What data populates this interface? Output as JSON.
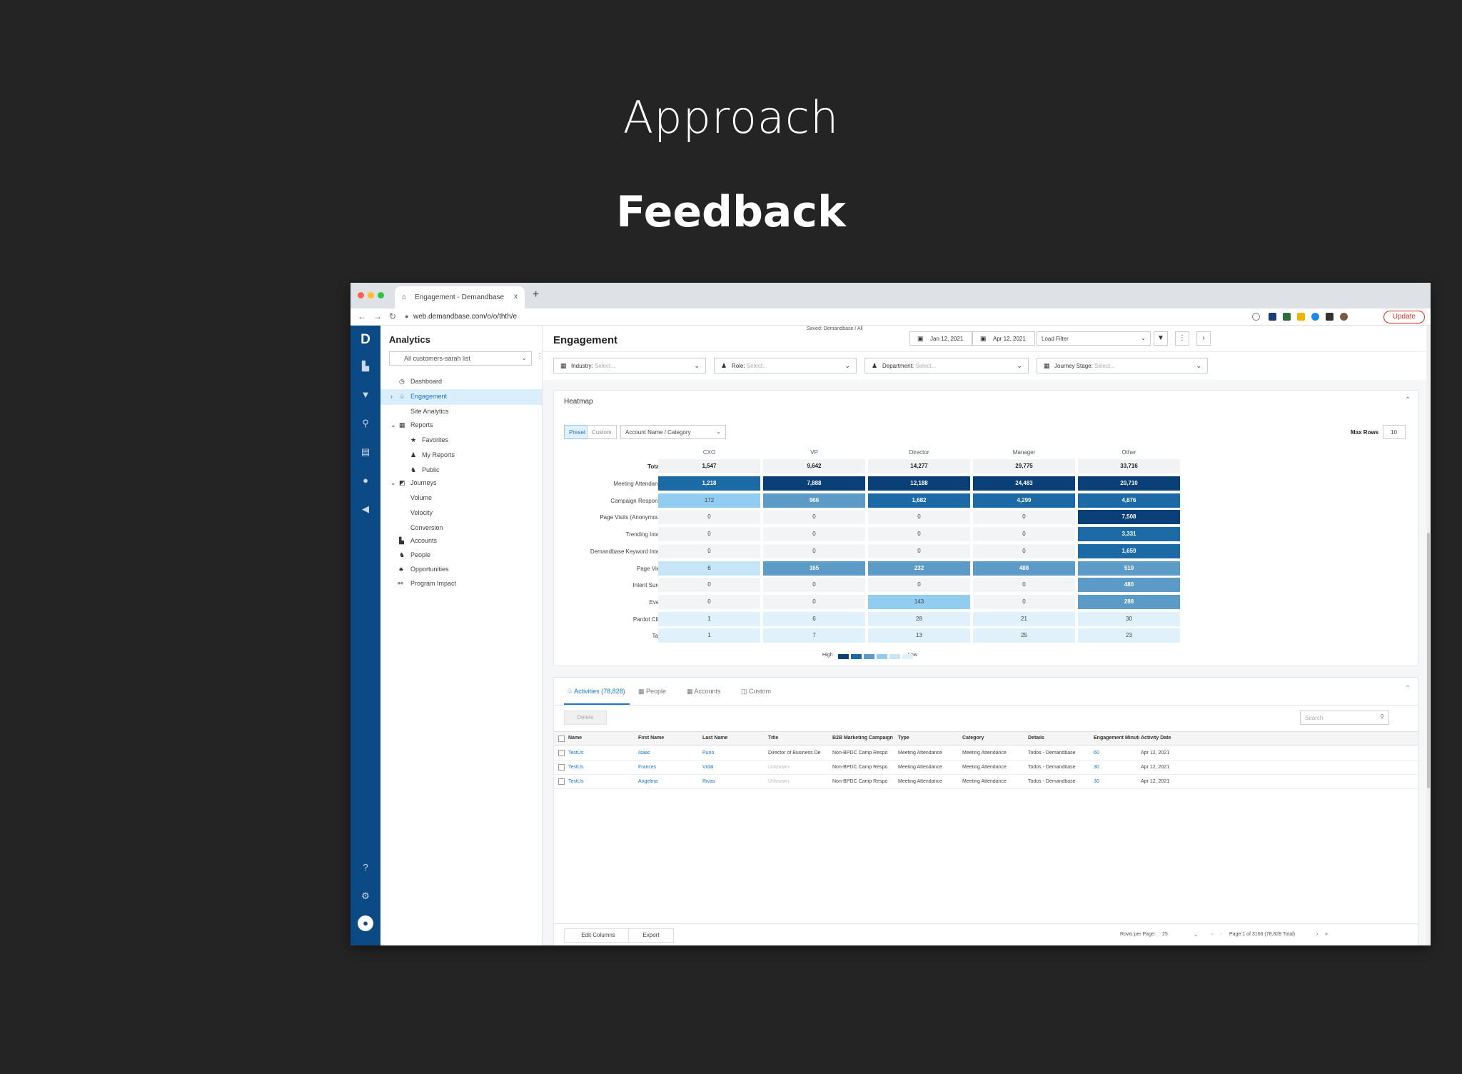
{
  "slide": {
    "title": "Approach",
    "subtitle": "Feedback"
  },
  "browser": {
    "tab_title": "Engagement - Demandbase",
    "tab_close": "x",
    "new_tab": "+",
    "url": "web.demandbase.com/o/o/thth/e",
    "update_label": "Update",
    "traffic_colors": [
      "#ff5f57",
      "#febc2e",
      "#28c840"
    ]
  },
  "leftbar": {
    "logo": "D",
    "bg_color": "#0b4a85"
  },
  "sidebar": {
    "title": "Analytics",
    "list_select": "All customers-sarah list",
    "items": [
      {
        "label": "Dashboard",
        "icon": "dashboard-icon"
      },
      {
        "label": "Engagement",
        "icon": "engagement-icon"
      },
      {
        "label": "Site Analytics",
        "icon": ""
      },
      {
        "label": "Reports",
        "icon": "reports-icon"
      },
      {
        "label": "Favorites",
        "icon": "star-icon"
      },
      {
        "label": "My Reports",
        "icon": "person-icon"
      },
      {
        "label": "Public",
        "icon": "group-icon"
      },
      {
        "label": "Journeys",
        "icon": "journeys-icon"
      },
      {
        "label": "Volume",
        "icon": ""
      },
      {
        "label": "Velocity",
        "icon": ""
      },
      {
        "label": "Conversion",
        "icon": ""
      },
      {
        "label": "Accounts",
        "icon": "accounts-icon"
      },
      {
        "label": "People",
        "icon": "people-icon"
      },
      {
        "label": "Opportunities",
        "icon": "opportunities-icon"
      },
      {
        "label": "Program Impact",
        "icon": "impact-icon"
      }
    ]
  },
  "header": {
    "title": "Engagement",
    "saved_note": "Saved: Demandbase / All",
    "date_start": "Jan 12, 2021",
    "date_end": "Apr 12, 2021",
    "load_filter": "Load Filter"
  },
  "filters": [
    {
      "label": "Industry",
      "placeholder": "Select..."
    },
    {
      "label": "Role",
      "placeholder": "Select..."
    },
    {
      "label": "Department",
      "placeholder": "Select..."
    },
    {
      "label": "Journey Stage",
      "placeholder": "Select..."
    }
  ],
  "heatmap": {
    "title": "Heatmap",
    "preset_label": "Preset",
    "custom_label": "Custom",
    "dimension": "Account Name / Category",
    "max_rows_label": "Max Rows",
    "max_rows_value": "10",
    "columns": [
      "CXO",
      "VP",
      "Director",
      "Manager",
      "Other"
    ],
    "totals_label": "Totals",
    "totals": [
      "1,547",
      "9,642",
      "14,277",
      "29,775",
      "33,716"
    ],
    "rows": [
      {
        "label": "Meeting Attendance",
        "values": [
          "1,218",
          "7,888",
          "12,188",
          "24,483",
          "20,710"
        ],
        "levels": [
          2,
          1,
          1,
          1,
          1
        ]
      },
      {
        "label": "Campaign Response",
        "values": [
          "172",
          "966",
          "1,682",
          "4,299",
          "4,876"
        ],
        "levels": [
          4,
          3,
          2,
          2,
          2
        ]
      },
      {
        "label": "Page Visits (Anonymous)",
        "values": [
          "0",
          "0",
          "0",
          "0",
          "7,508"
        ],
        "levels": [
          0,
          0,
          0,
          0,
          1
        ]
      },
      {
        "label": "Trending Intent",
        "values": [
          "0",
          "0",
          "0",
          "0",
          "3,331"
        ],
        "levels": [
          0,
          0,
          0,
          0,
          2
        ]
      },
      {
        "label": "Demandbase Keyword Intent",
        "values": [
          "0",
          "0",
          "0",
          "0",
          "1,659"
        ],
        "levels": [
          0,
          0,
          0,
          0,
          2
        ]
      },
      {
        "label": "Page View",
        "values": [
          "6",
          "165",
          "232",
          "488",
          "510"
        ],
        "levels": [
          5,
          3,
          3,
          3,
          3
        ]
      },
      {
        "label": "Intent Surge",
        "values": [
          "0",
          "0",
          "0",
          "0",
          "480"
        ],
        "levels": [
          0,
          0,
          0,
          0,
          3
        ]
      },
      {
        "label": "Event",
        "values": [
          "0",
          "0",
          "143",
          "0",
          "288"
        ],
        "levels": [
          0,
          0,
          4,
          0,
          3
        ]
      },
      {
        "label": "Pardot Click",
        "values": [
          "1",
          "6",
          "28",
          "21",
          "30"
        ],
        "levels": [
          6,
          6,
          6,
          6,
          6
        ]
      },
      {
        "label": "Task",
        "values": [
          "1",
          "7",
          "13",
          "25",
          "23"
        ],
        "levels": [
          6,
          6,
          6,
          6,
          6
        ]
      }
    ],
    "level_colors": [
      "#f3f4f5",
      "#0a3f78",
      "#1b6aa6",
      "#5c9ac8",
      "#90cdf0",
      "#c6e6f8",
      "#e0f1fb"
    ],
    "legend_high": "High",
    "legend_low": "Low"
  },
  "activity": {
    "tabs": [
      {
        "label": "Activities (78,828)",
        "icon": "activity-icon"
      },
      {
        "label": "People",
        "icon": "people-icon"
      },
      {
        "label": "Accounts",
        "icon": "accounts-icon"
      },
      {
        "label": "Custom",
        "icon": "custom-icon"
      }
    ],
    "delete_label": "Delete",
    "search_placeholder": "Search",
    "columns": [
      "Name",
      "First Name",
      "Last Name",
      "Title",
      "B2B Marketing Campaign",
      "Type",
      "Category",
      "Details",
      "Engagement Minutes",
      "Activity Date"
    ],
    "rows": [
      [
        "TestUs",
        "Isaac",
        "Puno",
        "Director of Business De",
        "Non-BPDC Camp Respo",
        "Meeting Attendance",
        "Meeting Attendance",
        "Todos - Demandbase",
        "60",
        "Apr 12, 2021"
      ],
      [
        "TestUs",
        "Frances",
        "Vidal",
        "Unknown",
        "Non-BPDC Camp Respo",
        "Meeting Attendance",
        "Meeting Attendance",
        "Todos - Demandbase",
        "30",
        "Apr 12, 2021"
      ],
      [
        "TestUs",
        "Angelina",
        "Rivas",
        "Unknown",
        "Non-BPDC Camp Respo",
        "Meeting Attendance",
        "Meeting Attendance",
        "Todos - Demandbase",
        "30",
        "Apr 12, 2021"
      ]
    ],
    "edit_columns_label": "Edit Columns",
    "export_label": "Export",
    "rows_per_page_label": "Rows per Page:",
    "rows_per_page_value": "25",
    "page_info": "Page 1 of 3166 (78,828 Total)"
  }
}
